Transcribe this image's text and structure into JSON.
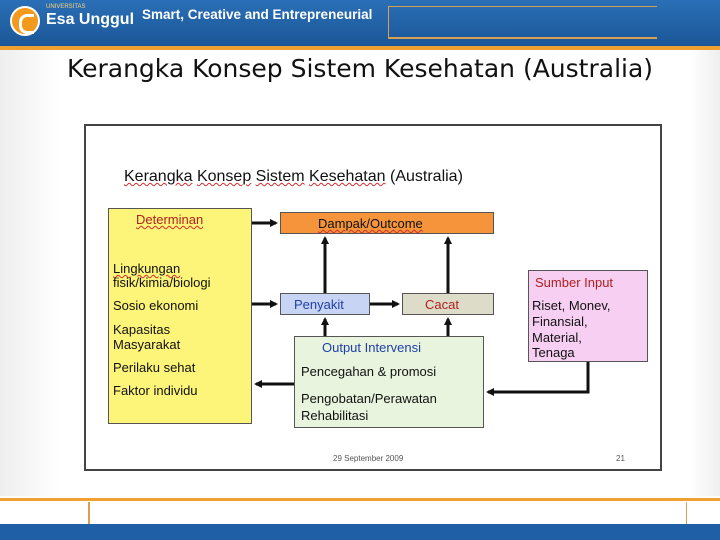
{
  "header": {
    "logo_small": "UNIVERSITAS",
    "logo_name": "Esa Unggul",
    "tagline": "Smart, Creative and Entrepreneurial"
  },
  "slide": {
    "title": "Kerangka Konsep Sistem Kesehatan (Australia)"
  },
  "diagram": {
    "title_words": [
      "Kerangka",
      "Konsep",
      "Sistem",
      "Kesehatan"
    ],
    "title_suffix": "(Australia)",
    "determinan": {
      "heading": "Determinan",
      "items": [
        "Lingkungan",
        "fisik/kimia/biologi",
        "Sosio ekonomi",
        "Kapasitas",
        "Masyarakat",
        "Perilaku sehat",
        "Faktor individu"
      ]
    },
    "dampak": "Dampak/Outcome",
    "penyakit": "Penyakit",
    "cacat": "Cacat",
    "output": {
      "heading": "Output Intervensi",
      "items": [
        "Pencegahan & promosi",
        "Pengobatan/Perawatan",
        "Rehabilitasi"
      ]
    },
    "sumber": {
      "heading": "Sumber Input",
      "items": [
        "Riset, Monev,",
        "Finansial,",
        "Material,",
        "Tenaga"
      ]
    },
    "footer_date": "29 September 2009",
    "footer_page": "21"
  },
  "colors": {
    "header_blue": "#1f5fa6",
    "accent_orange": "#f0a030",
    "determinan_yellow": "#fdf47a",
    "dampak_orange": "#f5943a",
    "penyakit_blue": "#c7d4f3",
    "cacat_grey": "#dcdcc8",
    "output_green": "#e8f4de",
    "sumber_pink": "#f7cff3"
  }
}
